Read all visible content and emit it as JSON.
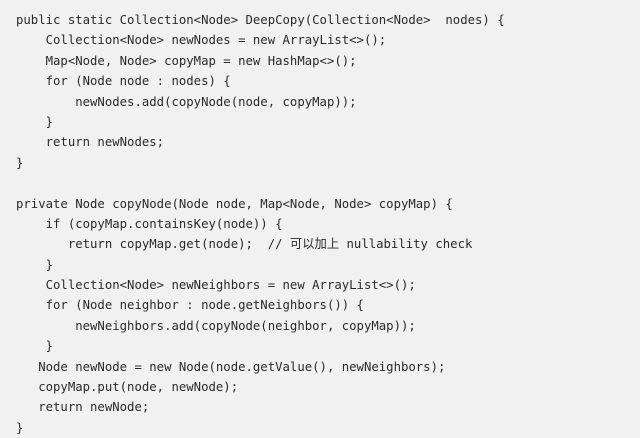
{
  "code": {
    "lines": [
      "public static Collection<Node> DeepCopy(Collection<Node>  nodes) {",
      "    Collection<Node> newNodes = new ArrayList<>();",
      "    Map<Node, Node> copyMap = new HashMap<>();",
      "    for (Node node : nodes) {",
      "        newNodes.add(copyNode(node, copyMap));",
      "    }",
      "    return newNodes;",
      "}",
      "",
      "private Node copyNode(Node node, Map<Node, Node> copyMap) {",
      "    if (copyMap.containsKey(node)) {",
      "       return copyMap.get(node);  // 可以加上 nullability check",
      "    }",
      "    Collection<Node> newNeighbors = new ArrayList<>();",
      "    for (Node neighbor : node.getNeighbors()) {",
      "        newNeighbors.add(copyNode(neighbor, copyMap));",
      "    }",
      "   Node newNode = new Node(node.getValue(), newNeighbors);",
      "   copyMap.put(node, newNode);",
      "   return newNode;",
      "}"
    ]
  }
}
